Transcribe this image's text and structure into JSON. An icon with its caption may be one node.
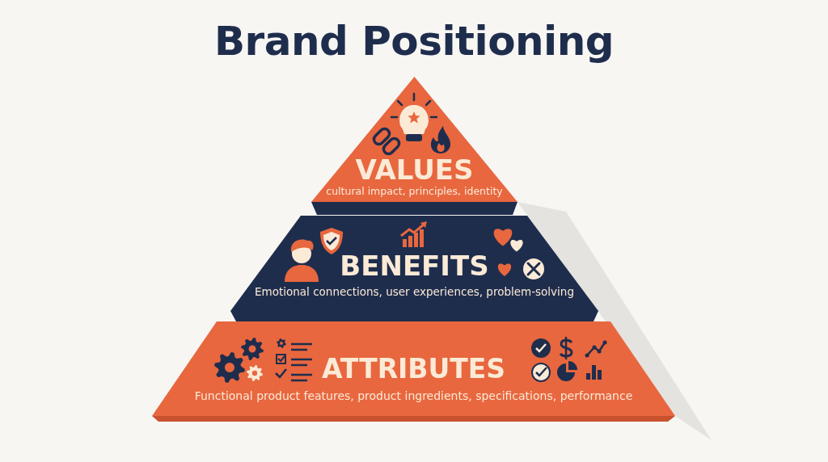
{
  "diagram": {
    "title": "Brand Positioning",
    "nodes": [
      {
        "text": [
          "VALUES",
          "cultural impact, principles, identity"
        ]
      },
      {
        "text": [
          "BENEFITS",
          "Emotional connections, user experiences, problem-solving"
        ]
      },
      {
        "text": [
          "ATTRIBUTES",
          "Functional product features, product ingredients, specifications, performance"
        ]
      }
    ]
  }
}
